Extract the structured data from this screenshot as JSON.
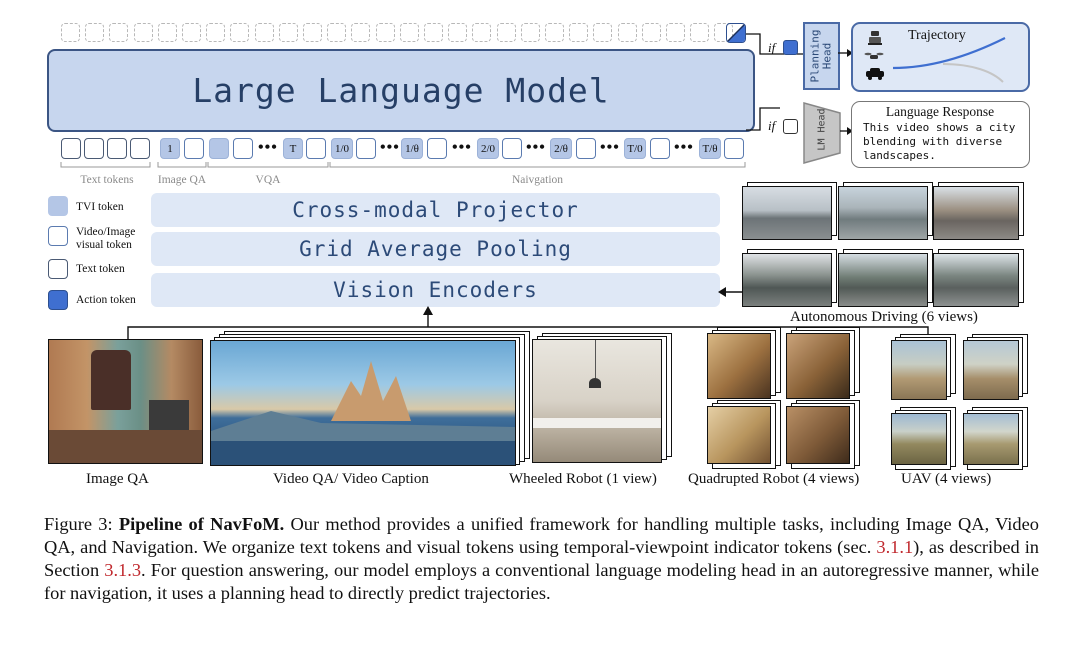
{
  "llm_label": "Large Language Model",
  "bands": {
    "projector": "Cross-modal Projector",
    "pooling": "Grid Average Pooling",
    "encoders": "Vision Encoders"
  },
  "token_groups": {
    "text": "Text tokens",
    "image_qa": "Image QA",
    "vqa": "VQA",
    "navigation": "Naivgation"
  },
  "tvi_labels": {
    "image_qa": "1",
    "vqa_last": "T",
    "nav": [
      "1/0",
      "1/θ",
      "2/0",
      "2/θ",
      "T/0",
      "T/θ"
    ]
  },
  "legend": {
    "tvi": "TVI token",
    "visual": "Video/Image visual token",
    "text": "Text token",
    "action": "Action token"
  },
  "branches": {
    "if_label": "if",
    "planning_head": "Planning Head",
    "lm_head": "LM Head",
    "trajectory_title": "Trajectory",
    "language_response_title": "Language Response",
    "language_response_text": "This video shows a city blending with diverse landscapes."
  },
  "sources": {
    "autonomous_driving": "Autonomous Driving (6 views)",
    "image_qa": "Image QA",
    "video_qa": "Video QA/ Video Caption",
    "wheeled_robot": "Wheeled Robot (1 view)",
    "quadruped_robot": "Quadrupted Robot (4 views)",
    "uav": "UAV (4 views)"
  },
  "caption": {
    "figure_label": "Figure 3:",
    "title": "Pipeline of NavFoM.",
    "text_1": "Our method provides a unified framework for handling multiple tasks, including Image QA, Video QA, and Navigation. We organize text tokens and visual tokens using temporal-viewpoint indicator tokens (sec.",
    "ref_1": "3.1.1",
    "text_2": "), as described in Section",
    "ref_2": "3.1.3",
    "text_3": ". For question answering, our model employs a conventional language modeling head in an autoregressive manner, while for navigation, it uses a planning head to directly predict trajectories."
  },
  "colors": {
    "llm_fill": "#c7d6ee",
    "llm_border": "#3b5584",
    "tvi_fill": "#b4c6e6",
    "action_fill": "#3f6fd0",
    "band_fill": "#dfe8f6",
    "ref_red": "#c0282d"
  }
}
